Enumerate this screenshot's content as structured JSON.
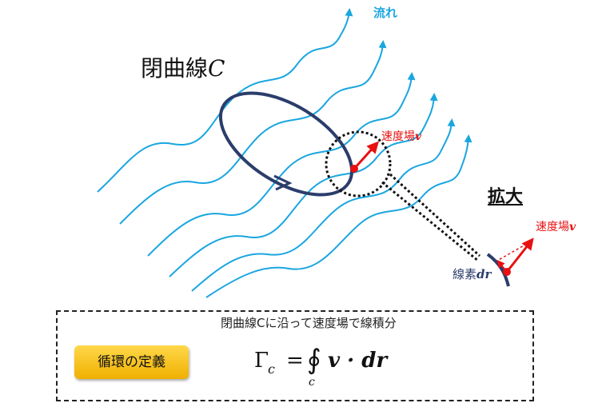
{
  "flow_label": "流れ",
  "closed_curve_label": "閉曲線",
  "closed_curve_symbol": "C",
  "velocity_field_label": "速度場",
  "velocity_symbol": "v",
  "zoom_label": "拡大",
  "line_element_label": "線素",
  "line_element_symbol": "dr",
  "definition": {
    "caption": "閉曲線Cに沿って速度場で線積分",
    "badge": "循環の定義",
    "formula": {
      "gamma": "Γ",
      "gamma_sub": "c",
      "equals": "=",
      "integral": "∮",
      "integral_sub": "c",
      "integrand": "v · dr"
    }
  },
  "colors": {
    "flow": "#1aa6e0",
    "curve": "#2b3d6b",
    "velocity": "#e81010",
    "badge": "#f5c400"
  }
}
